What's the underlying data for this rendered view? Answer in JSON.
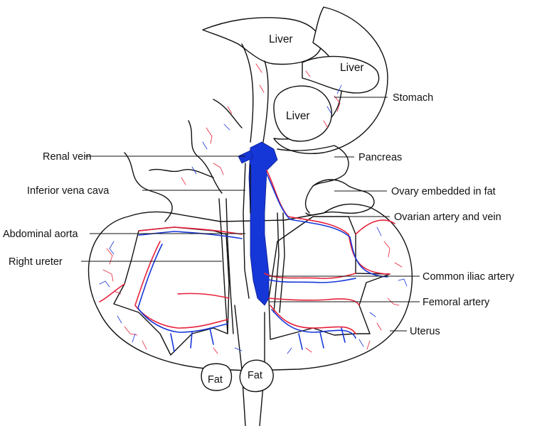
{
  "colors": {
    "artery": "#e8213a",
    "vein": "#1637d8",
    "outline": "#111111",
    "background": "#ffffff"
  },
  "labels": {
    "liver_top": "Liver",
    "liver_right": "Liver",
    "liver_center": "Liver",
    "stomach": "Stomach",
    "pancreas": "Pancreas",
    "renal_vein": "Renal vein",
    "inferior_vena_cava": "Inferior vena cava",
    "ovary": "Ovary embedded in fat",
    "abdominal_aorta": "Abdominal aorta",
    "ovarian_vessels": "Ovarian artery and vein",
    "right_ureter": "Right ureter",
    "common_iliac": "Common iliac artery",
    "femoral_artery": "Femoral artery",
    "uterus": "Uterus",
    "fat_left": "Fat",
    "fat_right": "Fat"
  }
}
